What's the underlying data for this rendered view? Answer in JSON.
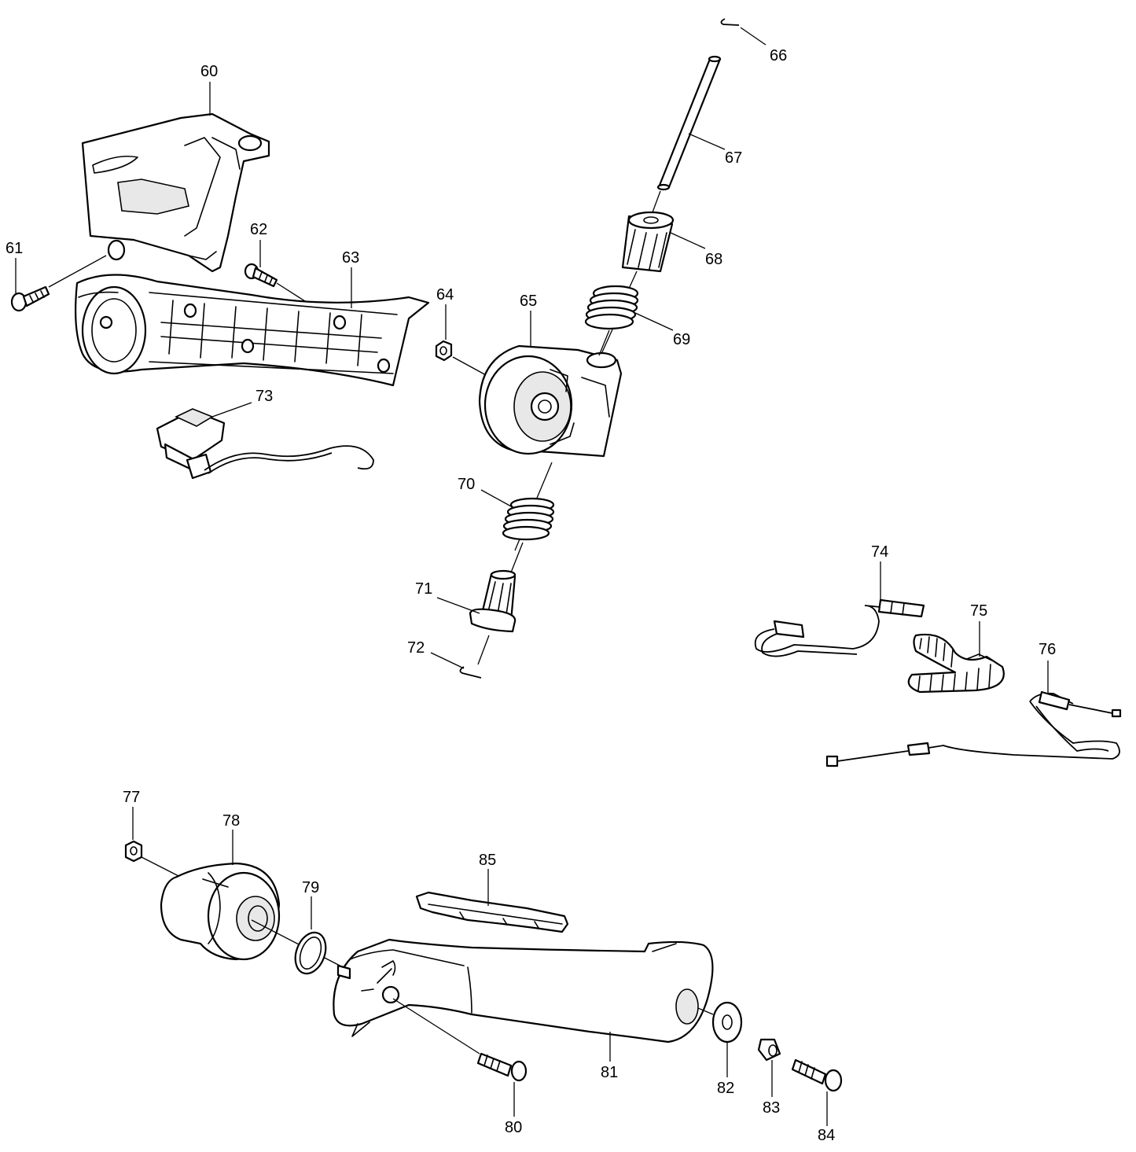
{
  "parts": [
    {
      "name": "part-60-label",
      "text": "60"
    },
    {
      "name": "part-61-label",
      "text": "61"
    },
    {
      "name": "part-62-label",
      "text": "62"
    },
    {
      "name": "part-63-label",
      "text": "63"
    },
    {
      "name": "part-64-label",
      "text": "64"
    },
    {
      "name": "part-65-label",
      "text": "65"
    },
    {
      "name": "part-66-label",
      "text": "66"
    },
    {
      "name": "part-67-label",
      "text": "67"
    },
    {
      "name": "part-68-label",
      "text": "68"
    },
    {
      "name": "part-69-label",
      "text": "69"
    },
    {
      "name": "part-70-label",
      "text": "70"
    },
    {
      "name": "part-71-label",
      "text": "71"
    },
    {
      "name": "part-72-label",
      "text": "72"
    },
    {
      "name": "part-73-label",
      "text": "73"
    },
    {
      "name": "part-74-label",
      "text": "74"
    },
    {
      "name": "part-75-label",
      "text": "75"
    },
    {
      "name": "part-76-label",
      "text": "76"
    },
    {
      "name": "part-77-label",
      "text": "77"
    },
    {
      "name": "part-78-label",
      "text": "78"
    },
    {
      "name": "part-79-label",
      "text": "79"
    },
    {
      "name": "part-80-label",
      "text": "80"
    },
    {
      "name": "part-81-label",
      "text": "81"
    },
    {
      "name": "part-82-label",
      "text": "82"
    },
    {
      "name": "part-83-label",
      "text": "83"
    },
    {
      "name": "part-84-label",
      "text": "84"
    },
    {
      "name": "part-85-label",
      "text": "85"
    }
  ]
}
